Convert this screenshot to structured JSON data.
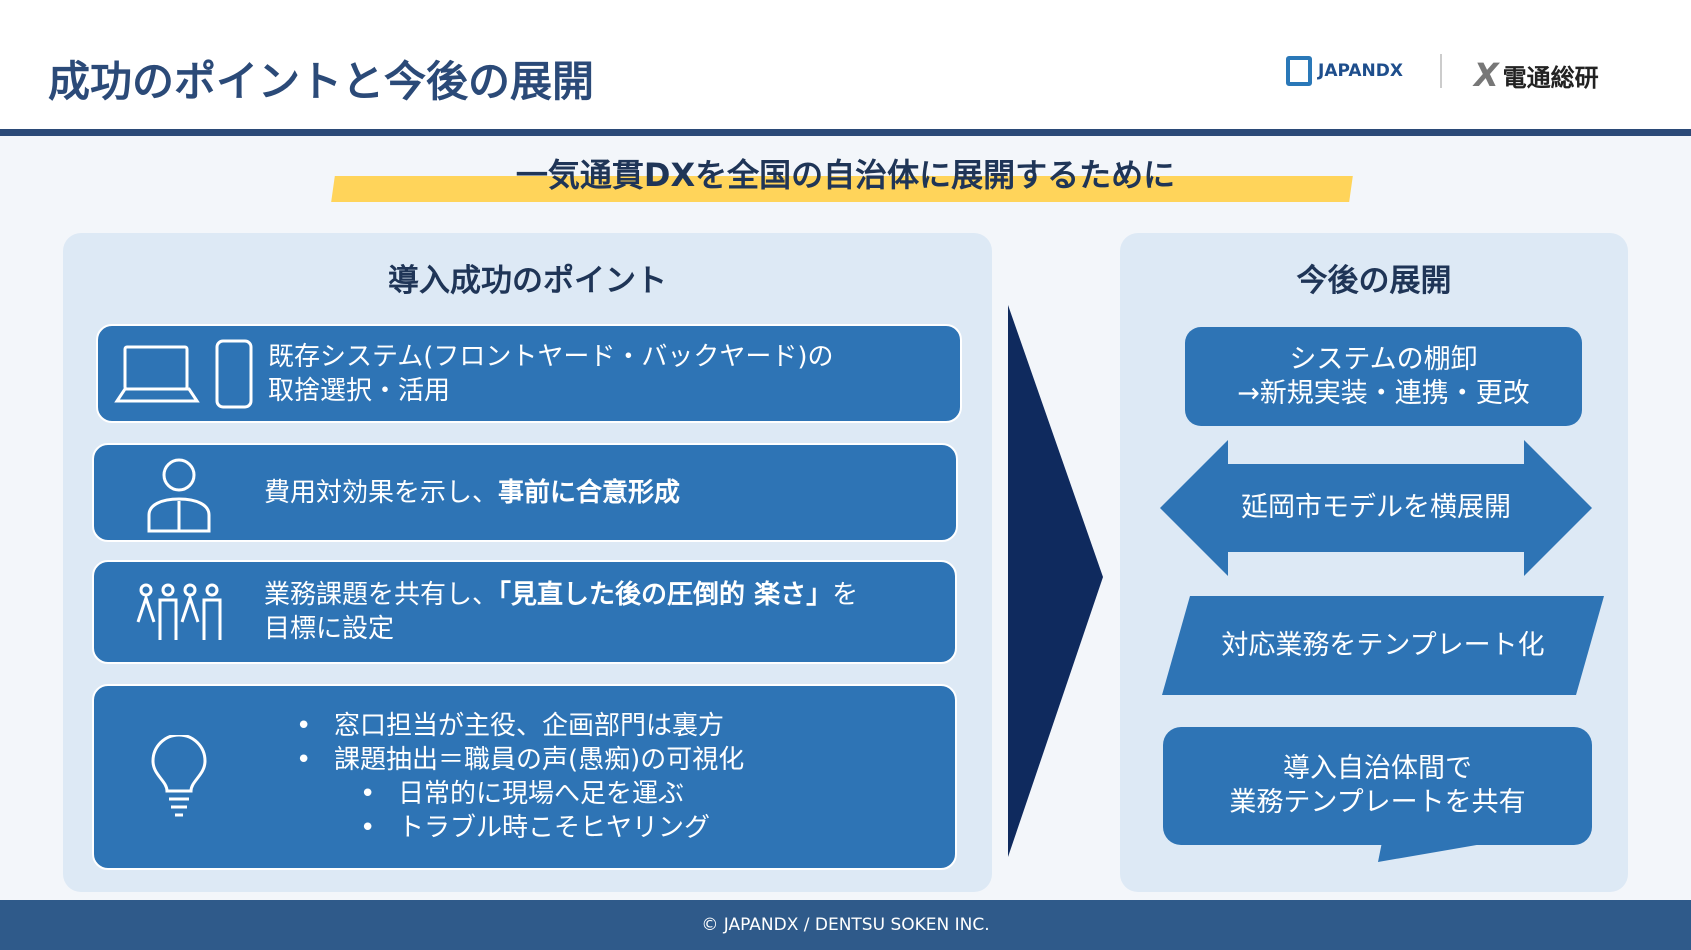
{
  "header": {
    "title": "成功のポイントと今後の展開",
    "logo_japandx": "JAPANDX",
    "logo_dentsu": "電通総研"
  },
  "banner": "一気通貫DXを全国の自治体に展開するために",
  "left": {
    "heading": "導入成功のポイント",
    "item1": {
      "line1": "既存システム(フロントヤード・バックヤード)の",
      "line2": "取捨選択・活用"
    },
    "item2": {
      "pre": "費用対効果を示し、",
      "bold": "事前に合意形成"
    },
    "item3": {
      "pre": "業務課題を共有し、",
      "bold": "「見直した後の圧倒的 楽さ」",
      "post": "を",
      "line2": "目標に設定"
    },
    "item4": {
      "bullets": [
        "窓口担当が主役、企画部門は裏方",
        "課題抽出＝職員の声(愚痴)の可視化"
      ],
      "sub_bullets": [
        "日常的に現場へ足を運ぶ",
        "トラブル時こそヒヤリング"
      ]
    }
  },
  "right": {
    "heading": "今後の展開",
    "item1": {
      "line1": "システムの棚卸",
      "line2": "→新規実装・連携・更改"
    },
    "item2": "延岡市モデルを横展開",
    "item3": "対応業務をテンプレート化",
    "item4": {
      "line1": "導入自治体間で",
      "line2": "業務テンプレートを共有"
    }
  },
  "footer": "© JAPANDX / DENTSU SOKEN INC."
}
